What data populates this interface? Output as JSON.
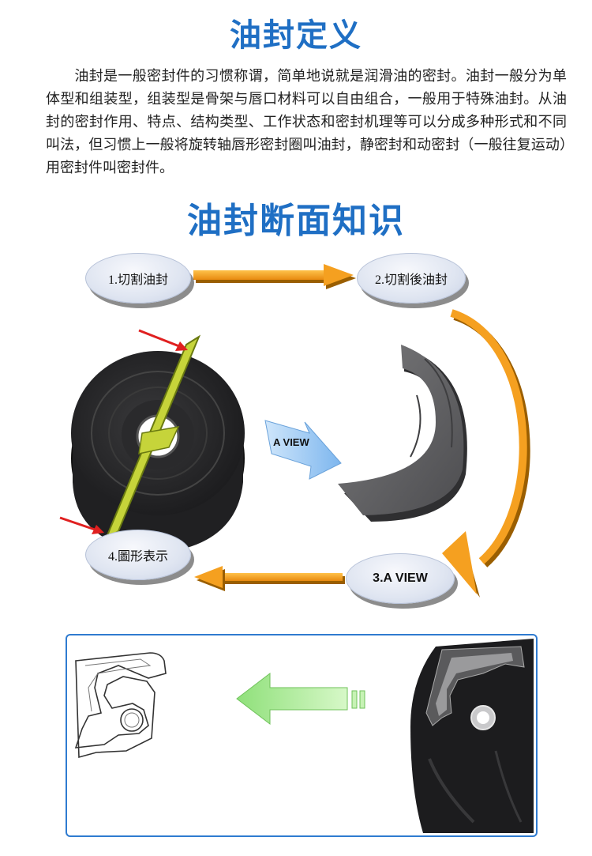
{
  "heading_definition": "油封定义",
  "definition_text": "油封是一般密封件的习惯称谓，简单地说就是润滑油的密封。油封一般分为单体型和组装型，组装型是骨架与唇口材料可以自由组合，一般用于特殊油封。从油封的密封作用、特点、结构类型、工作状态和密封机理等可以分成多种形式和不同叫法，但习惯上一般将旋转轴唇形密封圈叫油封，静密封和动密封（一般往复运动）用密封件叫密封件。",
  "heading_section": "油封断面知识",
  "steps": [
    {
      "label": "1.切割油封"
    },
    {
      "label": "2.切割後油封"
    },
    {
      "label": "3.A VIEW"
    },
    {
      "label": "4.圖形表示"
    }
  ],
  "arrow_label": "A VIEW",
  "colors": {
    "title_blue": "#1f6fc4",
    "flow_arrow": "#f5a020",
    "panel_border": "#2f7bd0",
    "green_arrow": "#b8f0a0",
    "cut_plane": "#c6d43a",
    "pointer_red": "#e02020"
  }
}
